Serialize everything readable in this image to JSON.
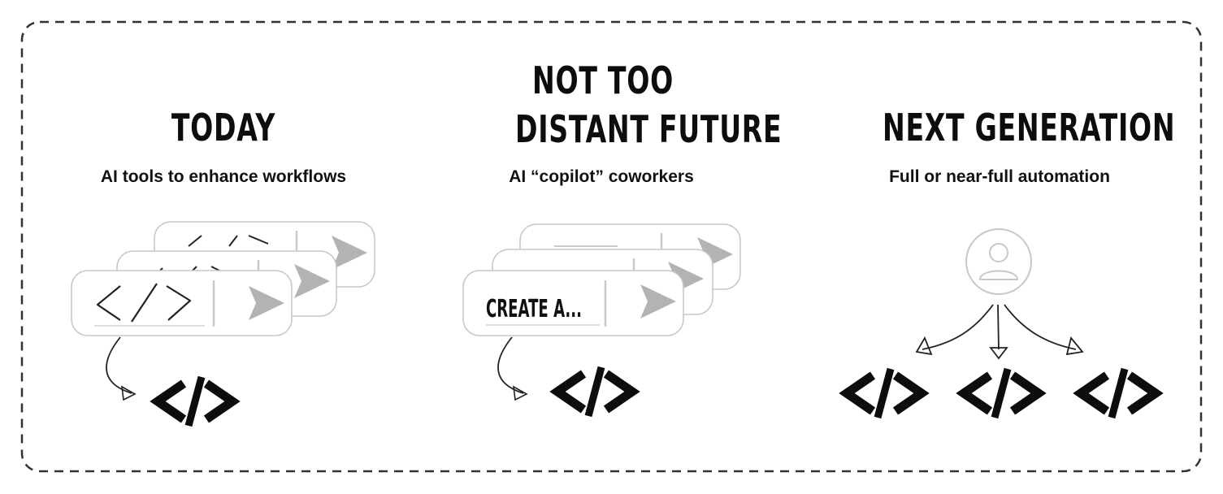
{
  "columns": {
    "today": {
      "title": "TODAY",
      "subtitle": "AI tools to enhance workflows"
    },
    "future": {
      "title_line1": "NOT TOO",
      "title_line2": "DISTANT FUTURE",
      "subtitle": "AI “copilot” coworkers",
      "prompt_text": "CREATE A..."
    },
    "next": {
      "title": "NEXT GENERATION",
      "subtitle": "Full or near-full automation"
    }
  },
  "icons": {
    "code": "code-icon",
    "send": "send-arrow-icon",
    "user": "user-avatar-icon"
  },
  "colors": {
    "ink": "#111111",
    "border": "#333333",
    "card_outline": "#c8c8c8",
    "send_fill": "#b3b3b3"
  }
}
